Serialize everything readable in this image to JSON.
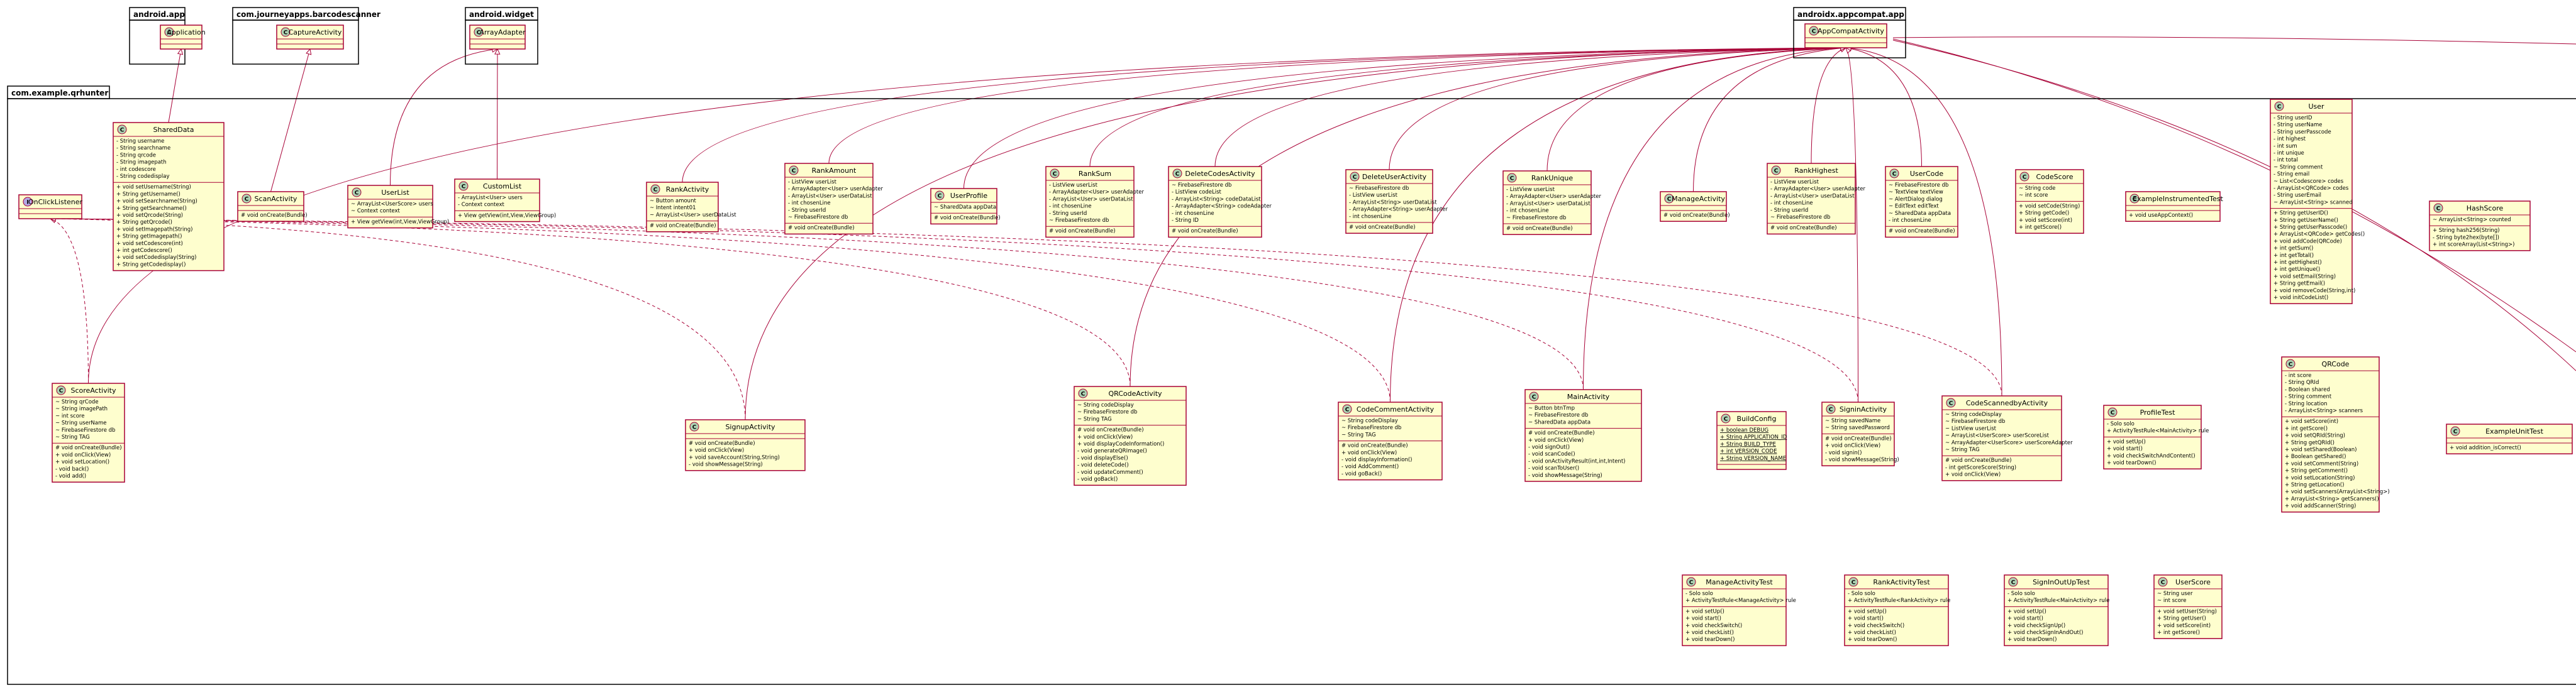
{
  "packages": [
    {
      "id": "pkg-android-app",
      "title": "android.app"
    },
    {
      "id": "pkg-barcodescanner",
      "title": "com.journeyapps.barcodescanner"
    },
    {
      "id": "pkg-android-widget",
      "title": "android.widget"
    },
    {
      "id": "pkg-appcompat",
      "title": "androidx.appcompat.app"
    },
    {
      "id": "pkg-qrhunter",
      "title": "com.example.qrhunter"
    }
  ],
  "classes": [
    {
      "id": "Application",
      "name": "Application",
      "members": []
    },
    {
      "id": "CaptureActivity",
      "name": "CaptureActivity",
      "members": []
    },
    {
      "id": "ArrayAdapter",
      "name": "ArrayAdapter",
      "members": []
    },
    {
      "id": "AppCompatActivity",
      "name": "AppCompatActivity",
      "members": []
    },
    {
      "id": "OnClickListener",
      "name": "OnClickListener",
      "kind": "interface",
      "members": []
    },
    {
      "id": "SharedData",
      "name": "SharedData",
      "members": [
        "- String username",
        "- String searchname",
        "- String qrcode",
        "- String imagepath",
        "- int codescore",
        "- String codedisplay",
        "+ void setUsername(String)",
        "+ String getUsername()",
        "+ void setSearchname(String)",
        "+ String getSearchname()",
        "+ void setQrcode(String)",
        "+ String getQrcode()",
        "+ void setImagepath(String)",
        "+ String getImagepath()",
        "+ void setCodescore(int)",
        "+ int getCodescore()",
        "+ void setCodedisplay(String)",
        "+ String getCodedisplay()"
      ]
    },
    {
      "id": "ScanActivity",
      "name": "ScanActivity",
      "members": [
        "# void onCreate(Bundle)"
      ]
    },
    {
      "id": "UserList",
      "name": "UserList",
      "members": [
        "~ ArrayList<UserScore> users",
        "~ Context context",
        "+ View getView(int,View,ViewGroup)"
      ]
    },
    {
      "id": "CustomList",
      "name": "CustomList",
      "members": [
        "- ArrayList<User> users",
        "- Context context",
        "+ View getView(int,View,ViewGroup)"
      ]
    },
    {
      "id": "RankActivity",
      "name": "RankActivity",
      "members": [
        "~ Button amount",
        "~ Intent intent01",
        "~ ArrayList<User> userDataList",
        "# void onCreate(Bundle)"
      ]
    },
    {
      "id": "RankAmount",
      "name": "RankAmount",
      "members": [
        "- ListView userList",
        "- ArrayAdapter<User> userAdapter",
        "- ArrayList<User> userDataList",
        "- int chosenLine",
        "- String userId",
        "~ FirebaseFirestore db",
        "# void onCreate(Bundle)"
      ]
    },
    {
      "id": "UserProfile",
      "name": "UserProfile",
      "members": [
        "~ SharedData appData",
        "# void onCreate(Bundle)"
      ]
    },
    {
      "id": "RankSum",
      "name": "RankSum",
      "members": [
        "- ListView userList",
        "- ArrayAdapter<User> userAdapter",
        "- ArrayList<User> userDataList",
        "- int chosenLine",
        "- String userId",
        "~ FirebaseFirestore db",
        "# void onCreate(Bundle)"
      ]
    },
    {
      "id": "DeleteCodesActivity",
      "name": "DeleteCodesActivity",
      "members": [
        "~ FirebaseFirestore db",
        "- ListView codeList",
        "- ArrayList<String> codeDataList",
        "- ArrayAdapter<String> codeAdapter",
        "- int chosenLine",
        "- String ID",
        "# void onCreate(Bundle)"
      ]
    },
    {
      "id": "DeleteUserActivity",
      "name": "DeleteUserActivity",
      "members": [
        "~ FirebaseFirestore db",
        "- ListView userList",
        "- ArrayList<String> userDataList",
        "- ArrayAdapter<String> userAdapter",
        "- int chosenLine",
        "# void onCreate(Bundle)"
      ]
    },
    {
      "id": "RankUnique",
      "name": "RankUnique",
      "members": [
        "- ListView userList",
        "- ArrayAdapter<User> userAdapter",
        "- ArrayList<User> userDataList",
        "- int chosenLine",
        "~ FirebaseFirestore db",
        "# void onCreate(Bundle)"
      ]
    },
    {
      "id": "ManageActivity",
      "name": "ManageActivity",
      "members": [
        "# void onCreate(Bundle)"
      ]
    },
    {
      "id": "RankHighest",
      "name": "RankHighest",
      "members": [
        "- ListView userList",
        "- ArrayAdapter<User> userAdapter",
        "- ArrayList<User> userDataList",
        "- int chosenLine",
        "- String userId",
        "~ FirebaseFirestore db",
        "# void onCreate(Bundle)"
      ]
    },
    {
      "id": "UserCode",
      "name": "UserCode",
      "members": [
        "~ FirebaseFirestore db",
        "~ TextView textView",
        "~ AlertDialog dialog",
        "~ EditText editText",
        "~ SharedData appData",
        "- int chosenLine",
        "# void onCreate(Bundle)"
      ]
    },
    {
      "id": "CodeScore",
      "name": "CodeScore",
      "members": [
        "~ String code",
        "~ int score",
        "+ void setCode(String)",
        "+ String getCode()",
        "+ void setScore(int)",
        "+ int getScore()"
      ]
    },
    {
      "id": "ExampleInstrumentedTest",
      "name": "ExampleInstrumentedTest",
      "members": [
        "+ void useAppContext()"
      ]
    },
    {
      "id": "User",
      "name": "User",
      "members": [
        "- String userID",
        "- String userName",
        "- String userPasscode",
        "- int highest",
        "- int sum",
        "- int unique",
        "- int total",
        "~ String comment",
        "- String email",
        "~ List<Codescore> codes",
        "- ArrayList<QRCode> codes",
        "- String userEmail",
        "~ ArrayList<String> scanned",
        "+ String getUserID()",
        "+ String getUserName()",
        "+ String getUserPasscode()",
        "+ ArrayList<QRCode> getCodes()",
        "+ void addCode(QRCode)",
        "+ int getSum()",
        "+ int getTotal()",
        "+ int getHighest()",
        "+ int getUnique()",
        "+ void setEmail(String)",
        "+ String getEmail()",
        "+ void removeCode(String,int)",
        "+ void initCodeList()"
      ]
    },
    {
      "id": "HashScore",
      "name": "HashScore",
      "members": [
        "+ String hash256(String)",
        "- String byte2hex(byte[])",
        "~ ArrayList<String> counted",
        "+ int scoreArray(List<String>)"
      ]
    },
    {
      "id": "ScoreActivity",
      "name": "ScoreActivity",
      "members": [
        "~ String qrCode",
        "~ String imagePath",
        "~ int score",
        "~ String userName",
        "~ FirebaseFirestore db",
        "~ String TAG",
        "# void onCreate(Bundle)",
        "+ void onClick(View)",
        "+ void setLocation()",
        "- void back()",
        "- void add()"
      ]
    },
    {
      "id": "SignupActivity",
      "name": "SignupActivity",
      "members": [
        "# void onCreate(Bundle)",
        "+ void onClick(View)",
        "+ void saveAccount(String,String)",
        "- void showMessage(String)"
      ]
    },
    {
      "id": "QRCodeActivity",
      "name": "QRCodeActivity",
      "members": [
        "~ String codeDisplay",
        "~ FirebaseFirestore db",
        "~ String TAG",
        "# void onCreate(Bundle)",
        "+ void onClick(View)",
        "+ void displayCodeInformation()",
        "- void generateQRImage()",
        "- void displayElse()",
        "- void deleteCode()",
        "- void updateComment()",
        "- void goBack()"
      ]
    },
    {
      "id": "CodeCommentActivity",
      "name": "CodeCommentActivity",
      "members": [
        "~ String codeDisplay",
        "~ FirebaseFirestore db",
        "~ String TAG",
        "# void onCreate(Bundle)",
        "+ void onClick(View)",
        "- void displayInformation()",
        "- void AddComment()",
        "- void goBack()"
      ]
    },
    {
      "id": "MainActivity",
      "name": "MainActivity",
      "members": [
        "~ Button btnTmp",
        "~ FirebaseFirestore db",
        "~ SharedData appData",
        "# void onCreate(Bundle)",
        "+ void onClick(View)",
        "- void signOut()",
        "- void scanCode()",
        "- void onActivityResult(int,int,Intent)",
        "- void scanToUser()",
        "- void showMessage(String)"
      ]
    },
    {
      "id": "BuildConfig",
      "name": "BuildConfig",
      "members": [
        "+ boolean DEBUG",
        "+ String APPLICATION_ID",
        "+ String BUILD_TYPE",
        "+ int VERSION_CODE",
        "+ String VERSION_NAME"
      ]
    },
    {
      "id": "SigninActivity",
      "name": "SigninActivity",
      "members": [
        "~ String savedName",
        "~ String savedPassword",
        "# void onCreate(Bundle)",
        "+ void onClick(View)",
        "- void signin()",
        "- void showMessage(String)"
      ]
    },
    {
      "id": "CodeScannedbyActivity",
      "name": "CodeScannedbyActivity",
      "members": [
        "~ String codeDisplay",
        "~ FirebaseFirestore db",
        "~ ListView userList",
        "~ ArrayList<UserScore> userScoreList",
        "~ ArrayAdapter<UserScore> userScoreAdapter",
        "~ String TAG",
        "# void onCreate(Bundle)",
        "- int getScoreScore(String)",
        "+ void onClick(View)"
      ]
    },
    {
      "id": "ProfileTest",
      "name": "ProfileTest",
      "members": [
        "- Solo solo",
        "+ ActivityTestRule<MainActivity> rule",
        "+ void setUp()",
        "+ void start()",
        "+ void checkSwitchAndContent()",
        "+ void tearDown()"
      ]
    },
    {
      "id": "QRCode",
      "name": "QRCode",
      "members": [
        "- int score",
        "- String QRId",
        "- Boolean shared",
        "- String comment",
        "- String location",
        "- ArrayList<String> scanners",
        "+ void setScore(int)",
        "+ int getScore()",
        "+ void setQRId(String)",
        "+ String getQRId()",
        "+ void setShared(Boolean)",
        "+ Boolean getShared()",
        "+ void setComment(String)",
        "+ String getComment()",
        "+ void setLocation(String)",
        "+ String getLocation()",
        "+ void setScanners(ArrayList<String>)",
        "+ ArrayList<String> getScanners()",
        "+ void addScanner(String)"
      ]
    },
    {
      "id": "ExampleUnitTest",
      "name": "ExampleUnitTest",
      "members": [
        "+ void addition_isCorrect()"
      ]
    },
    {
      "id": "ManageActivityTest",
      "name": "ManageActivityTest",
      "members": [
        "- Solo solo",
        "+ ActivityTestRule<ManageActivity> rule",
        "+ void setUp()",
        "+ void start()",
        "+ void checkSwitch()",
        "+ void checkList()",
        "+ void tearDown()"
      ]
    },
    {
      "id": "RankActivityTest",
      "name": "RankActivityTest",
      "members": [
        "- Solo solo",
        "+ ActivityTestRule<RankActivity> rule",
        "+ void setUp()",
        "+ void start()",
        "+ void checkSwitch()",
        "+ void checkList()",
        "+ void tearDown()"
      ]
    },
    {
      "id": "SignInOutUpTest",
      "name": "SignInOutUpTest",
      "members": [
        "- Solo solo",
        "+ ActivityTestRule<MainActivity> rule",
        "+ void setUp()",
        "+ void start()",
        "+ void checkSignUp()",
        "+ void checkSignInAndOut()",
        "+ void tearDown()"
      ]
    },
    {
      "id": "UserScore",
      "name": "UserScore",
      "members": [
        "~ String user",
        "~ int score",
        "+ void setUser(String)",
        "+ String getUser()",
        "+ void setScore(int)",
        "+ int getScore()"
      ]
    }
  ]
}
